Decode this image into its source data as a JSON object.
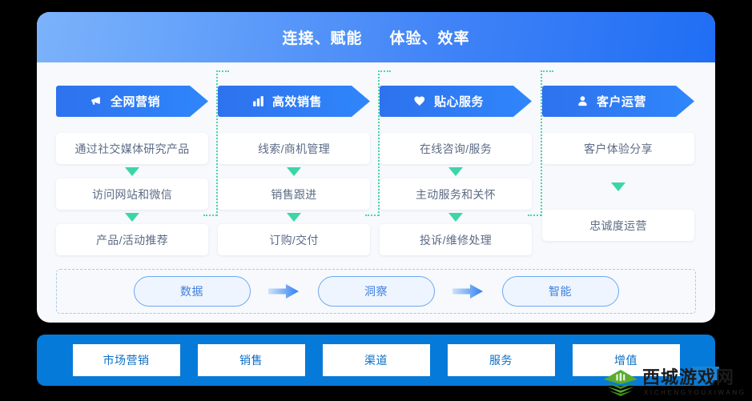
{
  "header": {
    "title_left": "连接、赋能",
    "title_right": "体验、效率"
  },
  "columns": [
    {
      "banner_label": "全网营销",
      "banner_icon": "megaphone-icon",
      "steps": [
        "通过社交媒体研究产品",
        "访问网站和微信",
        "产品/活动推荐"
      ]
    },
    {
      "banner_label": "高效销售",
      "banner_icon": "bar-chart-icon",
      "steps": [
        "线索/商机管理",
        "销售跟进",
        "订购/交付"
      ]
    },
    {
      "banner_label": "贴心服务",
      "banner_icon": "heart-icon",
      "steps": [
        "在线咨询/服务",
        "主动服务和关怀",
        "投诉/维修处理"
      ]
    },
    {
      "banner_label": "客户运营",
      "banner_icon": "user-icon",
      "steps": [
        "客户体验分享",
        "",
        "忠诚度运营"
      ]
    }
  ],
  "flow_strip": {
    "pills": [
      "数据",
      "洞察",
      "智能"
    ],
    "arrow_icon": "right-arrow-icon"
  },
  "bottom_bar": {
    "tags": [
      "市场营销",
      "销售",
      "渠道",
      "服务",
      "增值"
    ]
  },
  "watermark": {
    "text": "西城游戏网",
    "subtext": "XICHENGYOUXIWANG",
    "logo_icon": "chevron-plant-logo"
  },
  "colors": {
    "header_gradient_start": "#7cb2fb",
    "header_gradient_end": "#1f6ef4",
    "banner_blue": "#2f7bf4",
    "card_bg": "#f7f9fc",
    "box_text": "#5c6b85",
    "arrow_teal": "#3ad6a8",
    "connector_teal": "#49d6a6",
    "pill_border": "#6ea8f2",
    "pill_text": "#3d7fe0",
    "bottom_bar_blue": "#067ad8",
    "tag_text": "#0a6fc4",
    "page_bg": "#000000"
  }
}
